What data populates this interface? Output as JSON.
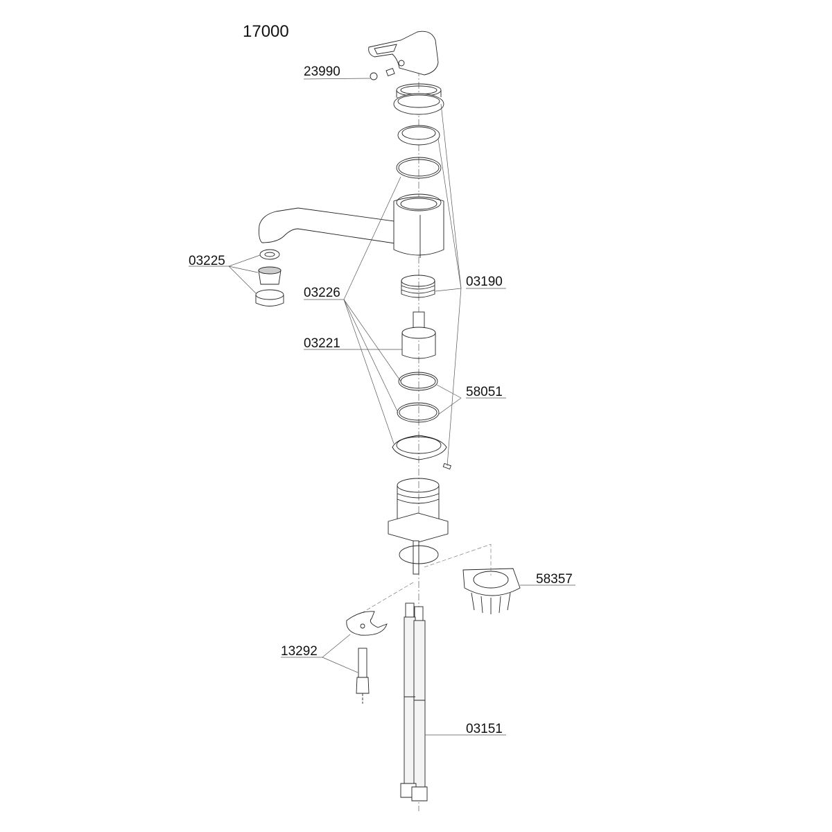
{
  "diagram": {
    "title": "17000",
    "type": "exploded-parts-view",
    "subject": "single-lever kitchen faucet",
    "parts": [
      {
        "id": "23990",
        "label": "23990",
        "description": "grub screw and cap"
      },
      {
        "id": "03225",
        "label": "03225",
        "description": "aerator set"
      },
      {
        "id": "03226",
        "label": "03226",
        "description": "seal / gasket set"
      },
      {
        "id": "03190",
        "label": "03190",
        "description": "cover / bonnet nut set"
      },
      {
        "id": "03221",
        "label": "03221",
        "description": "ceramic cartridge"
      },
      {
        "id": "58051",
        "label": "58051",
        "description": "o-rings"
      },
      {
        "id": "58357",
        "label": "58357",
        "description": "base support ring"
      },
      {
        "id": "13292",
        "label": "13292",
        "description": "fixing plate and stud"
      },
      {
        "id": "03151",
        "label": "03151",
        "description": "flexible supply hoses"
      }
    ]
  }
}
